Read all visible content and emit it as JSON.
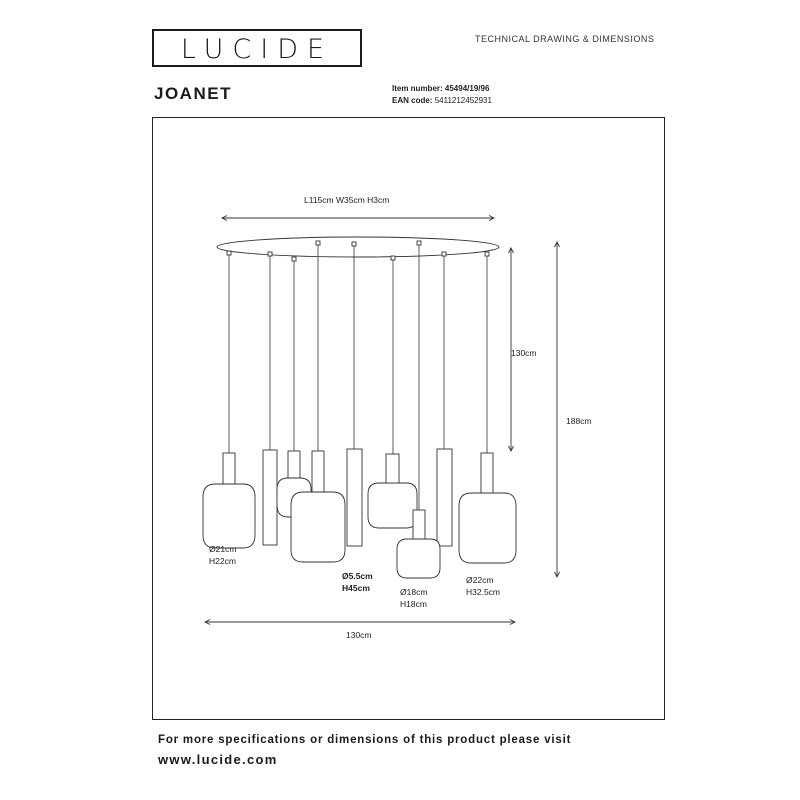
{
  "header": {
    "logo": "LUCIDE",
    "subtitle": "TECHNICAL DRAWING & DIMENSIONS"
  },
  "product": {
    "name": "JOANET",
    "item_label": "Item number:",
    "item_number": "45494/19/96",
    "ean_label": "EAN code:",
    "ean_code": "5411212452931"
  },
  "drawing": {
    "canopy_dims": "L115cm  W35cm  H3cm",
    "cable_height": "130cm",
    "total_height": "188cm",
    "total_width": "130cm",
    "shade_small_d": "Ø21cm",
    "shade_small_h": "H22cm",
    "tube_d": "Ø5.5cm",
    "tube_h": "H45cm",
    "shade_mini_d": "Ø18cm",
    "shade_mini_h": "H18cm",
    "shade_large_d": "Ø22cm",
    "shade_large_h": "H32.5cm"
  },
  "footer": {
    "line1": "For more specifications or dimensions of this product please visit",
    "line2": "www.lucide.com"
  }
}
